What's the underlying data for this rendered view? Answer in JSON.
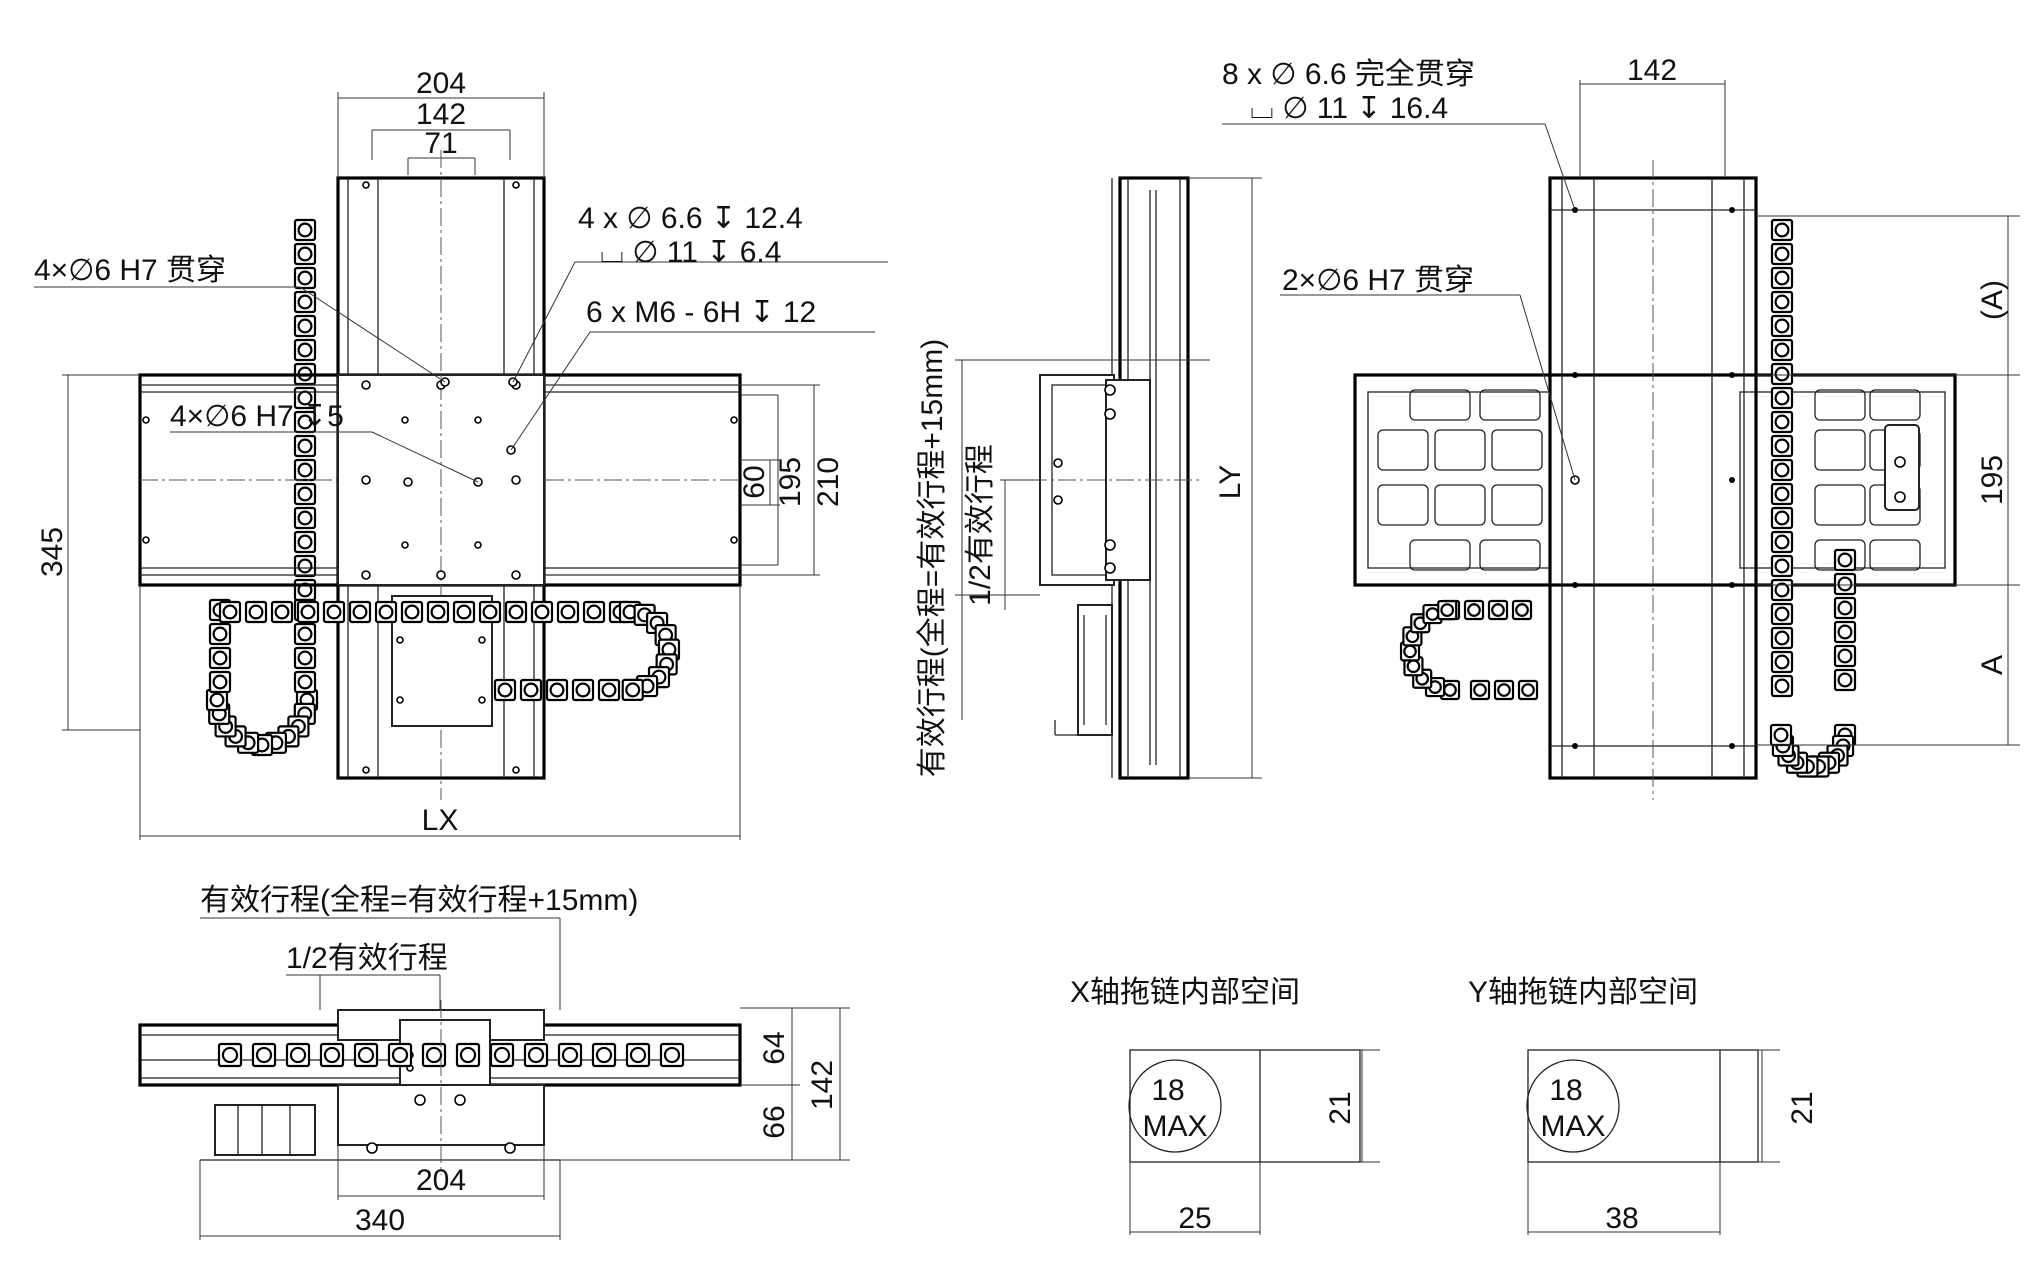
{
  "top_view": {
    "dims": {
      "w204": "204",
      "w142": "142",
      "w71": "71",
      "h345": "345",
      "h60": "60",
      "h195": "195",
      "h210": "210",
      "lx": "LX"
    },
    "notes": {
      "thru_h7_4": "4×∅6 H7 贯穿",
      "cb_line1": "4 x ∅ 6.6 ↧ 12.4",
      "cb_line2": "⌴ ∅ 11 ↧ 6.4",
      "tap": "6 x M6 - 6H ↧ 12",
      "h7_depth": "4×∅6 H7 ↧5"
    }
  },
  "side_view_y": {
    "stroke_full": "有效行程(全程=有效行程+15mm)",
    "stroke_half": "1/2有效行程",
    "ly": "LY"
  },
  "right_view": {
    "dims": {
      "w142": "142",
      "a_paren": "(A)",
      "a": "A",
      "h195": "195"
    },
    "notes": {
      "thru_line1": "8 x ∅ 6.6 完全贯穿",
      "thru_line2": "⌴ ∅ 11 ↧ 16.4",
      "h7_2": "2×∅6 H7 贯穿"
    }
  },
  "front_view": {
    "stroke_full": "有效行程(全程=有效行程+15mm)",
    "stroke_half": "1/2有效行程",
    "dims": {
      "h64": "64",
      "h66": "66",
      "h142": "142",
      "w204": "204",
      "w340": "340"
    }
  },
  "chain_x": {
    "title": "X轴拖链内部空间",
    "max_val": "18",
    "max_lbl": "MAX",
    "height": "21",
    "width": "25"
  },
  "chain_y": {
    "title": "Y轴拖链内部空间",
    "max_val": "18",
    "max_lbl": "MAX",
    "height": "21",
    "width": "38"
  }
}
